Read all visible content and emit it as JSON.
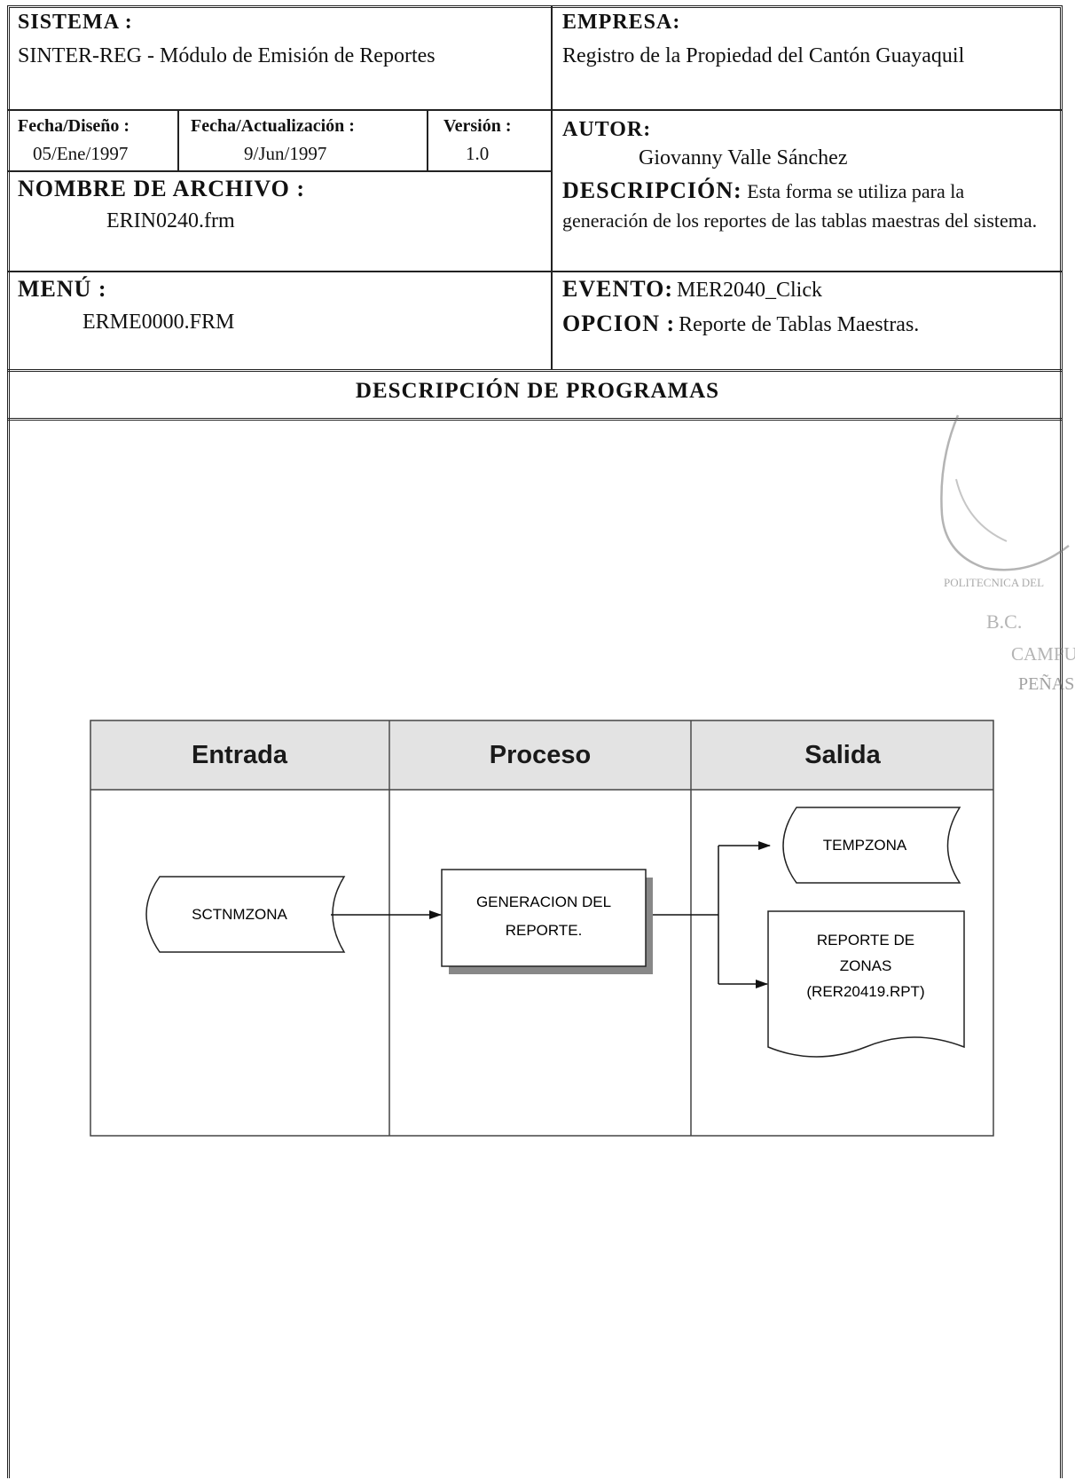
{
  "header": {
    "sistema_label": "SISTEMA :",
    "sistema_value": "SINTER-REG - Módulo de Emisión de Reportes",
    "empresa_label": "EMPRESA:",
    "empresa_value": "Registro de la Propiedad del Cantón Guayaquil",
    "fecha_diseno_label": "Fecha/Diseño :",
    "fecha_diseno_value": "05/Ene/1997",
    "fecha_act_label": "Fecha/Actualización :",
    "fecha_act_value": "9/Jun/1997",
    "version_label": "Versión :",
    "version_value": "1.0",
    "autor_label": "AUTOR:",
    "autor_value": "Giovanny Valle Sánchez",
    "archivo_label": "NOMBRE DE ARCHIVO :",
    "archivo_value": "ERIN0240.frm",
    "descripcion_label": "DESCRIPCIÓN:",
    "descripcion_value": "Esta forma se utiliza para la generación de los reportes de las tablas maestras del sistema.",
    "menu_label": "MENÚ :",
    "menu_value": "ERME0000.FRM",
    "evento_label": "EVENTO:",
    "evento_value": "MER2040_Click",
    "opcion_label": "OPCION :",
    "opcion_value": "Reporte de Tablas Maestras."
  },
  "section_title": "DESCRIPCIÓN DE PROGRAMAS",
  "diagram": {
    "columns": [
      "Entrada",
      "Proceso",
      "Salida"
    ],
    "input_store": "SCTNMZONA",
    "process": [
      "GENERACION DEL",
      "REPORTE."
    ],
    "output_store": "TEMPZONA",
    "output_report": [
      "REPORTE DE",
      "ZONAS",
      "(RER20419.RPT)"
    ]
  },
  "stamp": {
    "lines": [
      "POLITECNICA DEL",
      "B.C.",
      "CAMPU",
      "PEÑAS"
    ]
  },
  "colors": {
    "lines": "#222222",
    "column_header_bg": "#e3e3e3",
    "process_shadow": "#888888"
  }
}
